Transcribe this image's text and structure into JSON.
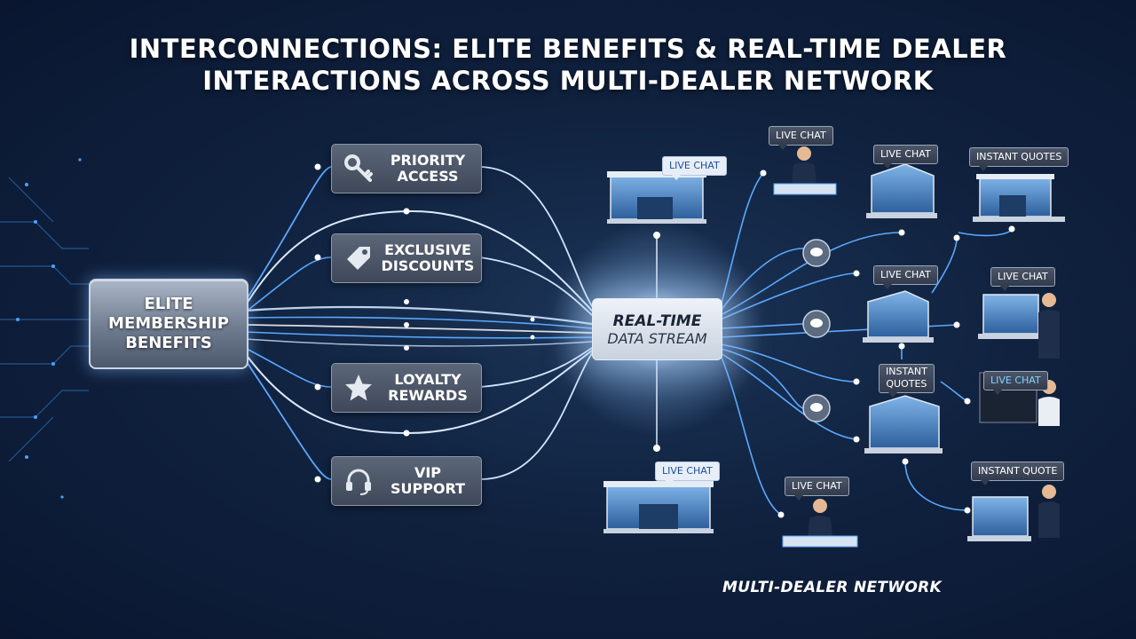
{
  "title": {
    "line1": "INTERCONNECTIONS: ELITE BENEFITS & REAL-TIME DEALER",
    "line2": "INTERACTIONS ACROSS MULTI-DEALER NETWORK"
  },
  "elite": {
    "line1": "ELITE",
    "line2": "MEMBERSHIP",
    "line3": "BENEFITS"
  },
  "benefits": [
    {
      "line1": "PRIORITY",
      "line2": "ACCESS",
      "icon": "key-icon"
    },
    {
      "line1": "EXCLUSIVE",
      "line2": "DISCOUNTS",
      "icon": "price-tag-icon"
    },
    {
      "line1": "LOYALTY",
      "line2": "REWARDS",
      "icon": "star-icon"
    },
    {
      "line1": "VIP",
      "line2": "SUPPORT",
      "icon": "headset-icon"
    }
  ],
  "hub": {
    "line1": "REAL-TIME",
    "line2": "DATA STREAM"
  },
  "tags": {
    "top_building": "LIVE CHAT",
    "bottom_building": "LIVE CHAT",
    "t1": "LIVE CHAT",
    "t2": "LIVE CHAT",
    "t3": "INSTANT QUOTES",
    "t4": "LIVE CHAT",
    "t5": "LIVE CHAT",
    "t6_line1": "INSTANT",
    "t6_line2": "QUOTES",
    "t7": "LIVE CHAT",
    "t8": "LIVE CHAT",
    "t9": "INSTANT QUOTE"
  },
  "network_label": "MULTI-DEALER NETWORK",
  "colors": {
    "background": "#10223f",
    "stream": "#5aa8ff",
    "glow": "#cfe6ff"
  }
}
